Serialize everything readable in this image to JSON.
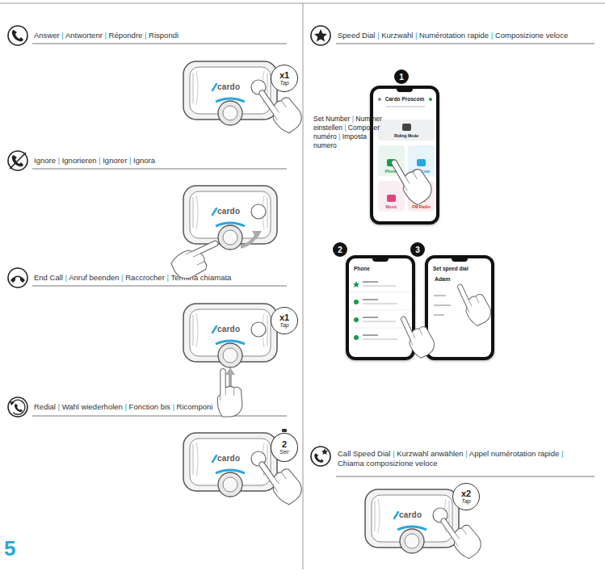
{
  "diagram": {
    "nodes": [
      {
        "text": [
          "x1",
          "Tap"
        ]
      },
      {
        "text": [
          "x1",
          "Tap"
        ]
      },
      {
        "text": [
          "2",
          "Sec"
        ]
      },
      {
        "text": [
          "1"
        ]
      },
      {
        "text": [
          "Cardo Proscom"
        ]
      },
      {
        "text": [
          "Riding Mode"
        ],
        "in": 4
      },
      {
        "text": [
          "Phone"
        ],
        "in": 4
      },
      {
        "text": [
          "Intercom"
        ],
        "in": 4
      },
      {
        "text": [
          "Music"
        ],
        "in": 4
      },
      {
        "text": [
          "FM Radio"
        ],
        "in": 4
      },
      {
        "text": [
          "2"
        ]
      },
      {
        "text": [
          "Phone"
        ]
      },
      {
        "text": [
          "3"
        ]
      },
      {
        "text": [
          "Set speed dial",
          "Adam"
        ]
      },
      {
        "text": [
          "x2",
          "Tap"
        ]
      }
    ],
    "labels": [
      "Answer | Antwortenr | Répondre | Rispondi",
      "cardo",
      "Ignore | Ignorieren | Ignorer | Ignora",
      "cardo",
      "End Call | Anruf beenden | Raccrocher | Termina chiamata",
      "cardo",
      "Redial | Wahl wiederholen | Fonction bis | Ricomponi",
      "cardo",
      "5",
      "Speed Dial | Kurzwahl | Numérotation rapide | Composizione veloce",
      "Set Number | Nummer einstellen | Composer numéro | Imposta numero",
      "Call Speed Dial | Kurzwahl anwählen | Appel numérotation rapide | Chiama composizione veloce",
      "cardo"
    ]
  }
}
